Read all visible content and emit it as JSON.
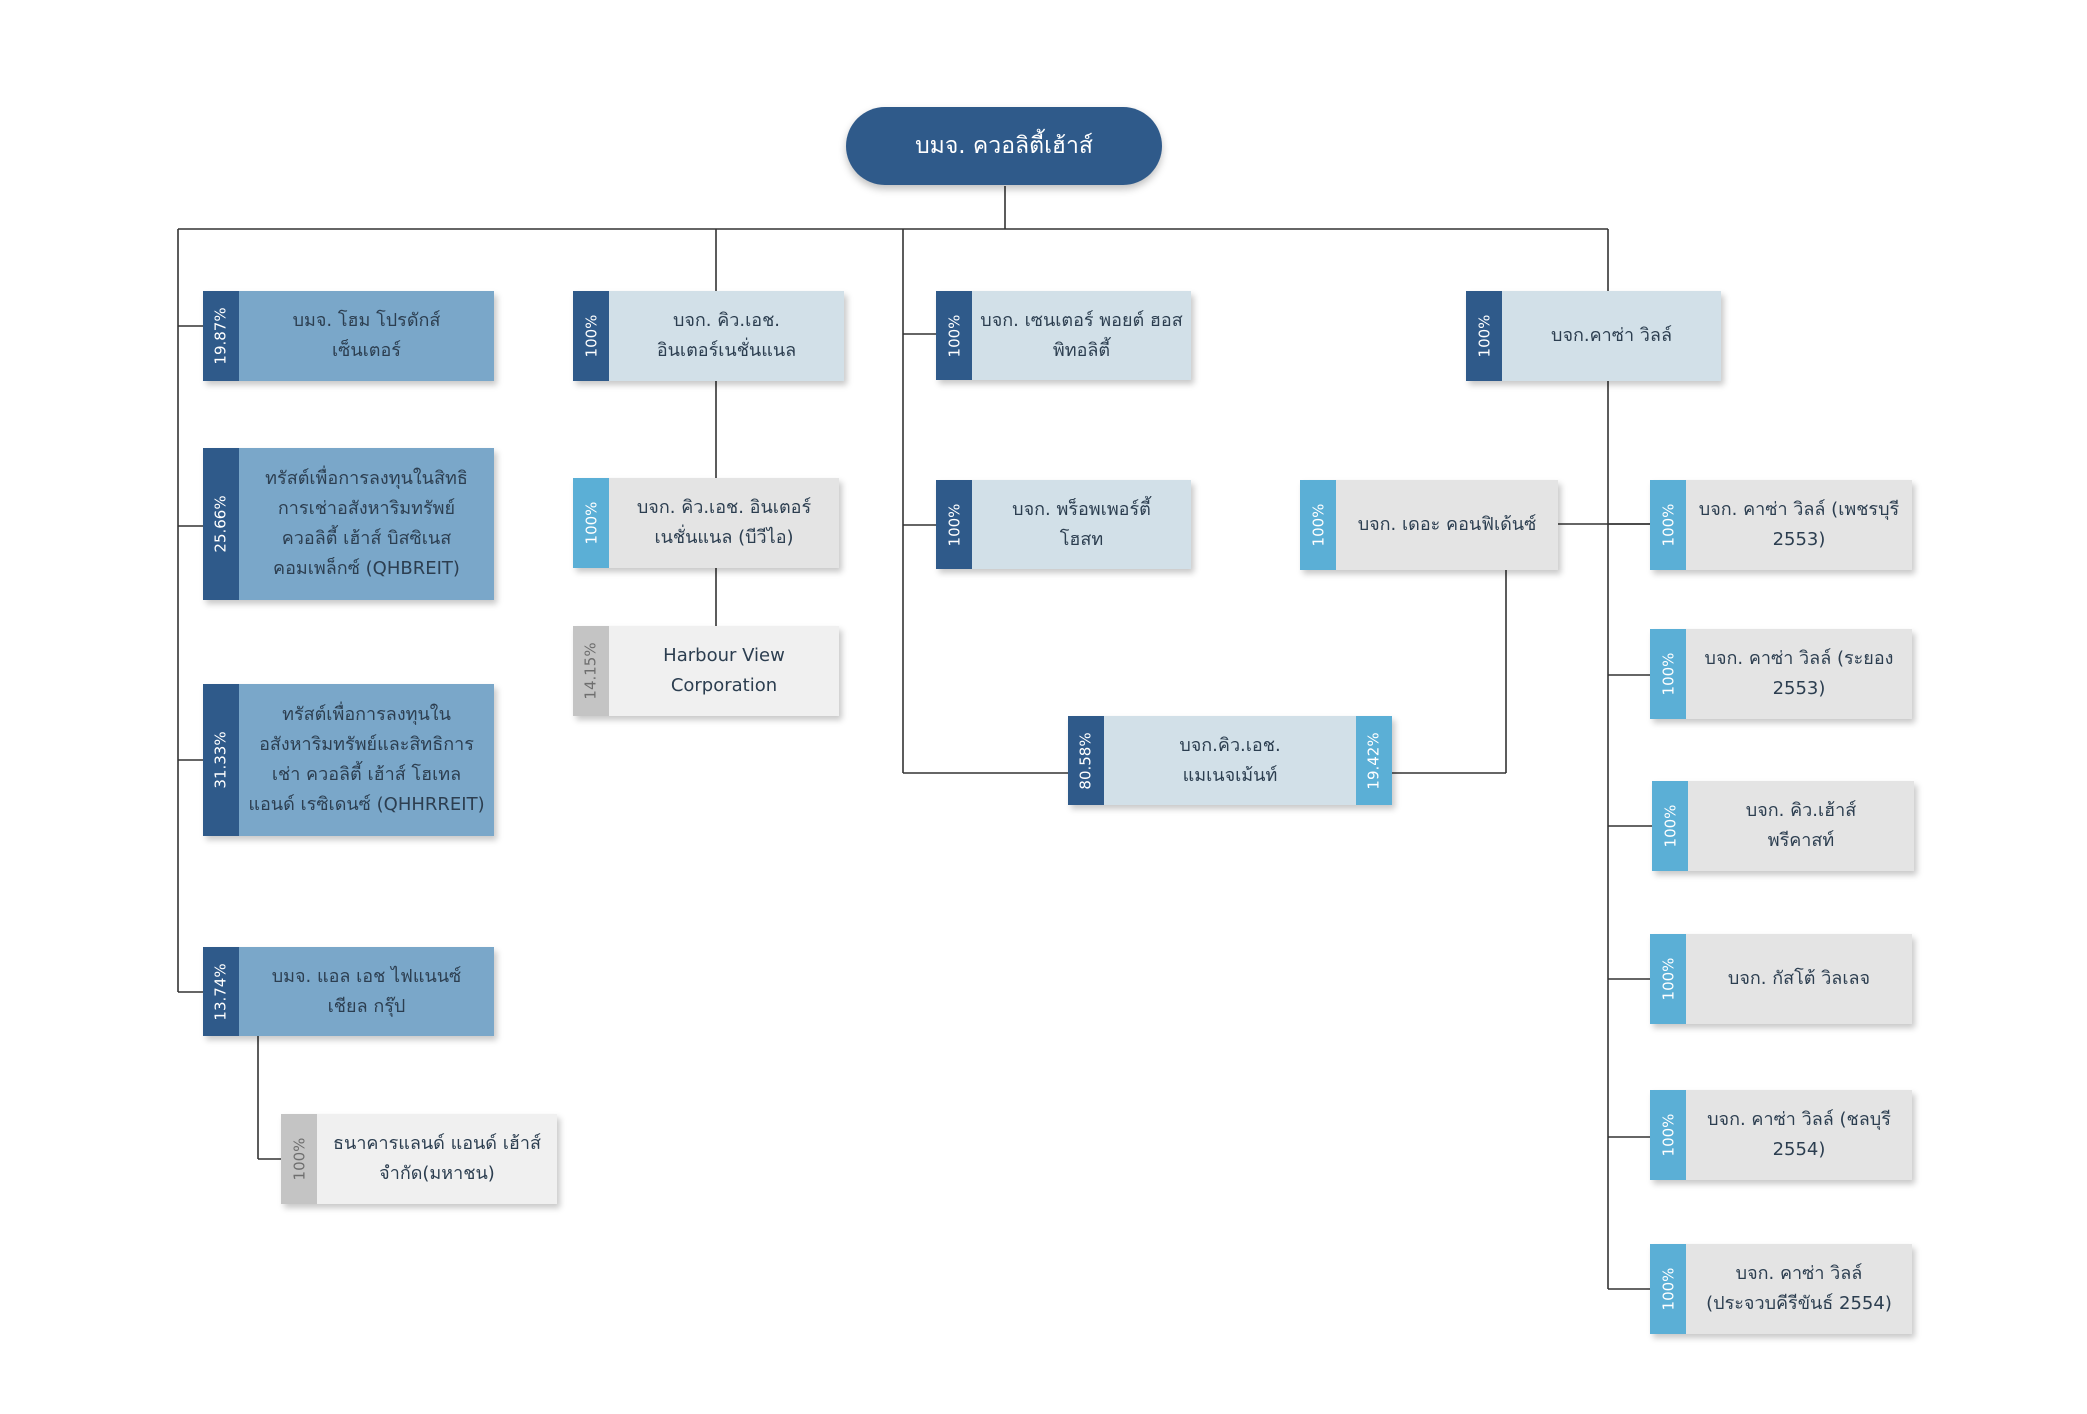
{
  "colors": {
    "dark_blue": "#2f5a8a",
    "mid_blue": "#7aa7c9",
    "pale_blue": "#d2e0e8",
    "sky_blue": "#5bafd6",
    "grey": "#e4e4e4",
    "light_grey": "#f0f0f0",
    "line": "#333333"
  },
  "root": {
    "label": "บมจ. ควอลิตี้เฮ้าส์"
  },
  "nodes": [
    {
      "id": "home-product",
      "pct": "19.87%",
      "label": "บมจ. โฮม โปรดักส์\nเซ็นเตอร์"
    },
    {
      "id": "qhbreit",
      "pct": "25.66%",
      "label": "ทรัสต์เพื่อการลงทุนในสิทธิ\nการเช่าอสังหาริมทรัพย์\nควอลิตี้ เฮ้าส์ บิสซิเนส\nคอมเพล็กซ์  (QHBREIT)"
    },
    {
      "id": "qhhrreit",
      "pct": "31.33%",
      "label": "ทรัสต์เพื่อการลงทุนใน\nอสังหาริมทรัพย์และสิทธิการ\nเช่า  ควอลิตี้ เฮ้าส์ โฮเทล\nแอนด์ เรซิเดนซ์  (QHHRREIT)"
    },
    {
      "id": "lh-financial",
      "pct": "13.74%",
      "label": "บมจ. แอล เอช ไฟแนนซ์\nเชียล กรุ๊ป"
    },
    {
      "id": "lh-bank",
      "pct": "100%",
      "label": "ธนาคารแลนด์ แอนด์ เฮ้าส์\nจำกัด(มหาชน)"
    },
    {
      "id": "qh-international",
      "pct": "100%",
      "label": "บจก. คิว.เอช.\nอินเตอร์เนชั่นแนล"
    },
    {
      "id": "qh-international-bvi",
      "pct": "100%",
      "label": "บจก. คิว.เอช. อินเตอร์\nเนชั่นแนล (บีวีไอ)"
    },
    {
      "id": "harbour-view",
      "pct": "14.15%",
      "label": "Harbour View\nCorporation"
    },
    {
      "id": "center-point",
      "pct": "100%",
      "label": "บจก. เซนเตอร์ พอยต์ ฮอส\nพิทอลิตี้"
    },
    {
      "id": "property-host",
      "pct": "100%",
      "label": "บจก. พร็อพเพอร์ตี้\nโฮสท"
    },
    {
      "id": "the-confidence",
      "pct": "100%",
      "label": "บจก. เดอะ คอนฟิเด้นซ์"
    },
    {
      "id": "qh-management",
      "pct": "80.58%",
      "pct_right": "19.42%",
      "label": "บจก.คิว.เอช.\nแมเนจเม้นท์"
    },
    {
      "id": "casa-ville",
      "pct": "100%",
      "label": "บจก.คาซ่า วิลล์"
    },
    {
      "id": "casa-petchaburi",
      "pct": "100%",
      "label": "บจก. คาซ่า วิลล์ (เพชรบุรี\n2553)"
    },
    {
      "id": "casa-rayong",
      "pct": "100%",
      "label": "บจก. คาซ่า วิลล์ (ระยอง\n2553)"
    },
    {
      "id": "qh-precast",
      "pct": "100%",
      "label": "บจก. คิว.เฮ้าส์\nพรีคาสท์"
    },
    {
      "id": "gusto-village",
      "pct": "100%",
      "label": "บจก. กัสโต้ วิลเลจ"
    },
    {
      "id": "casa-chonburi",
      "pct": "100%",
      "label": "บจก. คาซ่า วิลล์ (ชลบุรี\n2554)"
    },
    {
      "id": "casa-prachuap",
      "pct": "100%",
      "label": "บจก. คาซ่า วิลล์\n(ประจวบคีรีขันธ์ 2554)"
    }
  ]
}
